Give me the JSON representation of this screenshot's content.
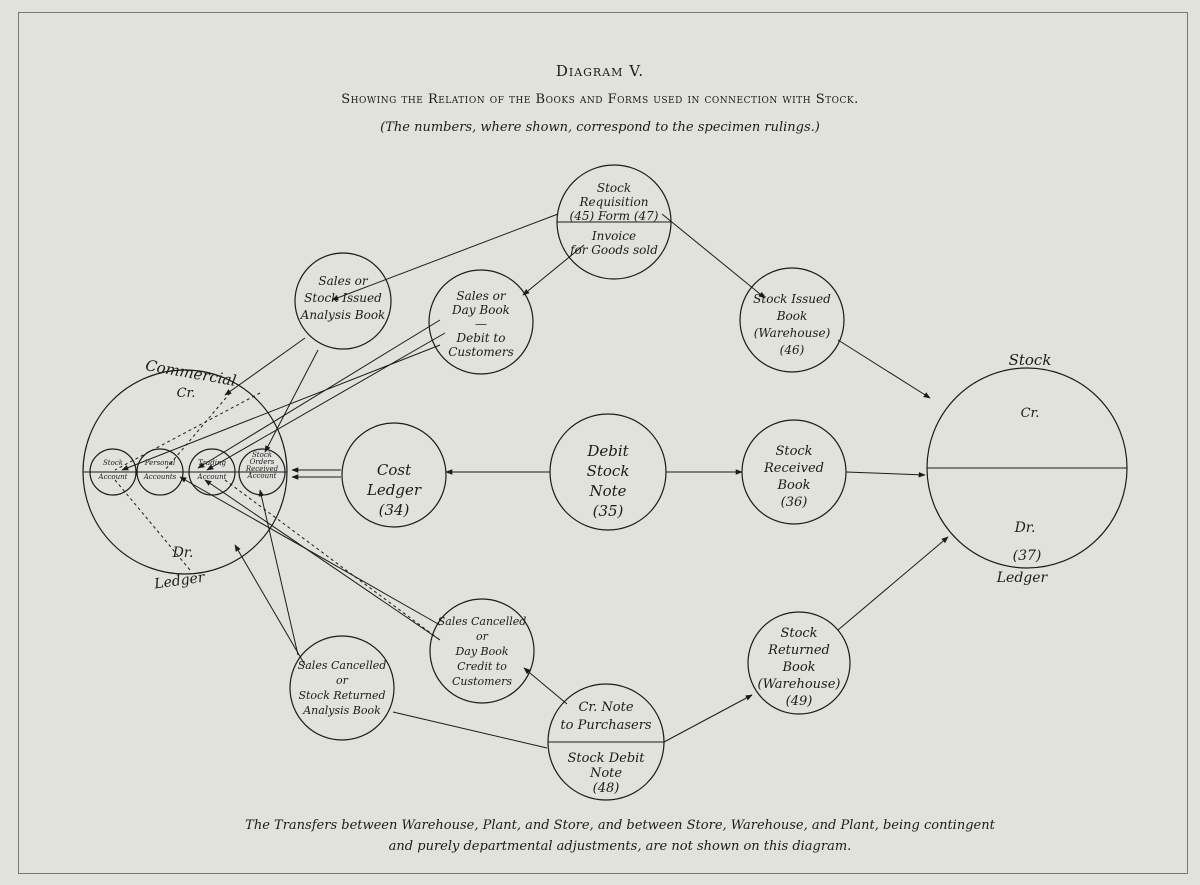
{
  "header": {
    "title": "Diagram V.",
    "subtitle": "Showing the Relation of the Books and Forms used in connection with Stock.",
    "note": "(The numbers, where shown, correspond to the specimen rulings.)"
  },
  "nodes": {
    "stock_requisition": {
      "top": [
        "Stock",
        "Requisition",
        "(45) Form (47)"
      ],
      "bottom": [
        "Invoice",
        "for Goods sold"
      ]
    },
    "sales_analysis": [
      "Sales or",
      "Stock Issued",
      "Analysis Book"
    ],
    "sales_day_book": [
      "Sales or",
      "Day Book",
      "—",
      "Debit to",
      "Customers"
    ],
    "stock_issued_book": [
      "Stock Issued",
      "Book",
      "(Warehouse)",
      "(46)"
    ],
    "cost_ledger": [
      "Cost",
      "Ledger",
      "(34)"
    ],
    "debit_stock_note": [
      "Debit",
      "Stock",
      "Note",
      "(35)"
    ],
    "stock_received_book": [
      "Stock",
      "Received",
      "Book",
      "(36)"
    ],
    "sales_cancelled_day_book": [
      "Sales Cancelled",
      "or",
      "Day Book",
      "Credit to",
      "Customers"
    ],
    "sales_cancelled_analysis": [
      "Sales Cancelled",
      "or",
      "Stock Returned",
      "Analysis Book"
    ],
    "cr_note": {
      "top": [
        "Cr. Note",
        "to Purchasers"
      ],
      "bottom": [
        "Stock Debit",
        "Note",
        "(48)"
      ]
    },
    "stock_returned_book": [
      "Stock",
      "Returned",
      "Book",
      "(Warehouse)",
      "(49)"
    ],
    "commercial_ledger": {
      "label_top": "Commercial",
      "label_bottom": "Ledger",
      "cr": "Cr.",
      "dr": "Dr.",
      "accounts": [
        [
          "Stock",
          "Account"
        ],
        [
          "Personal",
          "Accounts"
        ],
        [
          "Trading",
          "Account"
        ],
        [
          "Stock",
          "Orders",
          "Received",
          "Account"
        ]
      ]
    },
    "stock_ledger": {
      "label_top": "Stock",
      "label_bottom": "Ledger",
      "cr": "Cr.",
      "dr": "Dr.",
      "number": "(37)"
    }
  },
  "footer": {
    "line1": "The Transfers between Warehouse, Plant, and Store, and between Store, Warehouse, and Plant, being contingent",
    "line2": "and purely departmental adjustments, are not shown on this diagram."
  }
}
